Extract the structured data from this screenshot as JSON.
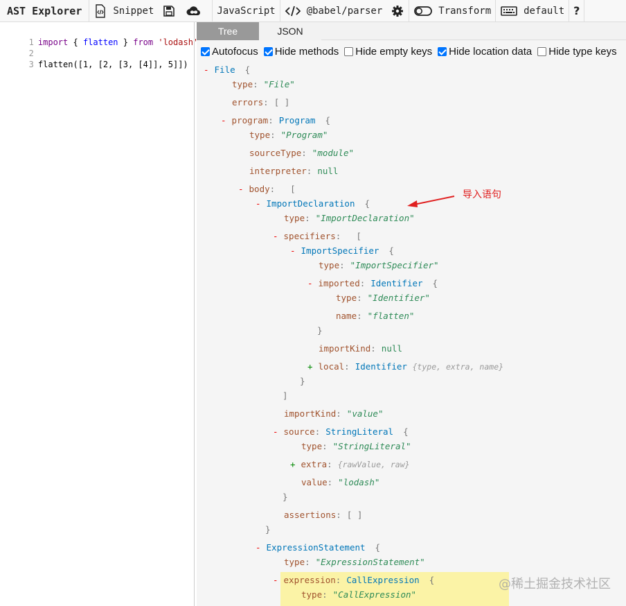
{
  "toolbar": {
    "title": "AST Explorer",
    "snippet": "Snippet",
    "language": "JavaScript",
    "parser": "@babel/parser",
    "transform": "Transform",
    "keymap": "default",
    "help": "?"
  },
  "editor": {
    "lines": [
      {
        "num": "1",
        "t1": "import",
        "t2": " { ",
        "t3": "flatten",
        "t4": " } ",
        "t5": "from",
        "t6": " ",
        "t7": "'lodash'"
      },
      {
        "num": "2"
      },
      {
        "num": "3",
        "code": "flatten([1, [2, [3, [4]], 5]])"
      }
    ]
  },
  "tabs": {
    "tree": "Tree",
    "json": "JSON"
  },
  "options": [
    {
      "label": "Autofocus",
      "checked": true
    },
    {
      "label": "Hide methods",
      "checked": true
    },
    {
      "label": "Hide empty keys",
      "checked": false
    },
    {
      "label": "Hide location data",
      "checked": true
    },
    {
      "label": "Hide type keys",
      "checked": false
    }
  ],
  "tree": {
    "file": "File",
    "file_type": "\"File\"",
    "errors_key": "errors",
    "empty_arr": "[ ]",
    "program_key": "program",
    "program": "Program",
    "program_type": "\"Program\"",
    "sourceType_key": "sourceType",
    "sourceType": "\"module\"",
    "interpreter_key": "interpreter",
    "null": "null",
    "body_key": "body",
    "import_decl": "ImportDeclaration",
    "import_decl_type": "\"ImportDeclaration\"",
    "specifiers_key": "specifiers",
    "import_spec": "ImportSpecifier",
    "import_spec_type": "\"ImportSpecifier\"",
    "imported_key": "imported",
    "identifier": "Identifier",
    "identifier_type": "\"Identifier\"",
    "name_key": "name",
    "name_val": "\"flatten\"",
    "importKind_key": "importKind",
    "local_key": "local",
    "local_summary": "{type, extra, name}",
    "importKind_val": "\"value\"",
    "source_key": "source",
    "string_literal": "StringLiteral",
    "string_literal_type": "\"StringLiteral\"",
    "extra_key": "extra",
    "extra_summary": "{rawValue, raw}",
    "value_key": "value",
    "value_val": "\"lodash\"",
    "assertions_key": "assertions",
    "expr_stmt": "ExpressionStatement",
    "expr_stmt_type": "\"ExpressionStatement\"",
    "expression_key": "expression",
    "call_expr": "CallExpression",
    "call_expr_type": "\"CallExpression\"",
    "type_key": "type",
    "open_brace": "{",
    "close_brace": "}",
    "open_bracket": "[",
    "close_bracket": "]",
    "minus": "-",
    "plus": "+"
  },
  "annotation": {
    "text": "导入语句",
    "color": "#e02020"
  },
  "watermark": "@稀土掘金技术社区"
}
